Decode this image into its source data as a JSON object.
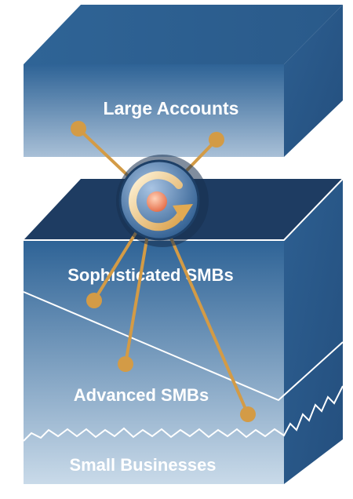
{
  "segments": {
    "large_accounts": "Large Accounts",
    "sophisticated_smbs": "Sophisticated SMBs",
    "advanced_smbs": "Advanced SMBs",
    "small_businesses": "Small Businesses"
  },
  "colors": {
    "front_top": "#2f6597",
    "front_bottom": "#c7d8e7",
    "side": "#2b5a8b",
    "top_face": "#2f6192",
    "dark_top": "#1d3a5e",
    "connector": "#d39b46",
    "outline": "#ffffff"
  },
  "icons": {
    "hub": "cycle-arrow-icon",
    "nodes": "dot-icon"
  }
}
